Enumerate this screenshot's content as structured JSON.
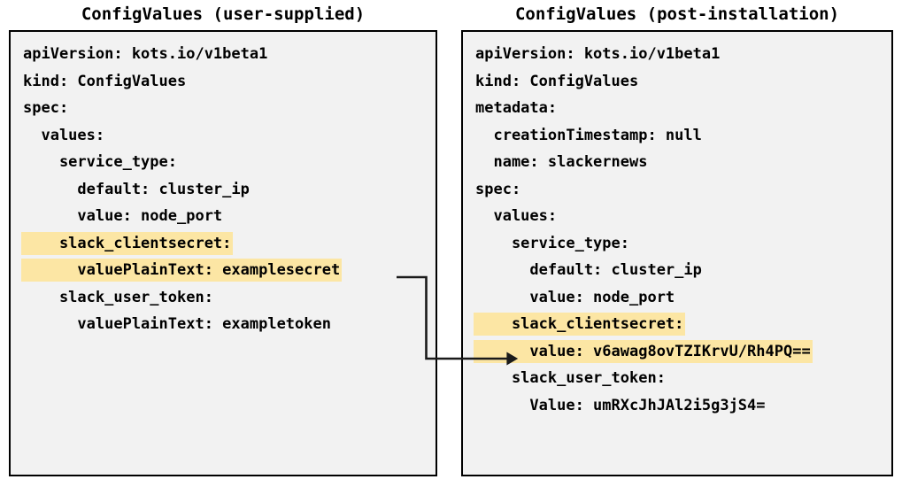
{
  "colors": {
    "highlight": "#fce6a4",
    "box_background": "#f2f2f2",
    "box_border": "#000000",
    "text": "#000000",
    "connector": "#1a1a1a",
    "page_background": "#ffffff"
  },
  "panels": {
    "left": {
      "title": "ConfigValues (user-supplied)",
      "lines": [
        {
          "text": "apiVersion: kots.io/v1beta1",
          "highlight": false
        },
        {
          "text": "kind: ConfigValues",
          "highlight": false
        },
        {
          "text": "spec:",
          "highlight": false
        },
        {
          "text": "  values:",
          "highlight": false
        },
        {
          "text": "    service_type:",
          "highlight": false
        },
        {
          "text": "      default: cluster_ip",
          "highlight": false
        },
        {
          "text": "      value: node_port",
          "highlight": false
        },
        {
          "text": "    slack_clientsecret:",
          "highlight": true
        },
        {
          "text": "      valuePlainText: examplesecret",
          "highlight": true
        },
        {
          "text": "    slack_user_token:",
          "highlight": false
        },
        {
          "text": "      valuePlainText: exampletoken",
          "highlight": false
        }
      ]
    },
    "right": {
      "title": "ConfigValues (post-installation)",
      "lines": [
        {
          "text": "apiVersion: kots.io/v1beta1",
          "highlight": false
        },
        {
          "text": "kind: ConfigValues",
          "highlight": false
        },
        {
          "text": "metadata:",
          "highlight": false
        },
        {
          "text": "  creationTimestamp: null",
          "highlight": false
        },
        {
          "text": "  name: slackernews",
          "highlight": false
        },
        {
          "text": "spec:",
          "highlight": false
        },
        {
          "text": "  values:",
          "highlight": false
        },
        {
          "text": "    service_type:",
          "highlight": false
        },
        {
          "text": "      default: cluster_ip",
          "highlight": false
        },
        {
          "text": "      value: node_port",
          "highlight": false
        },
        {
          "text": "    slack_clientsecret:",
          "highlight": true
        },
        {
          "text": "      value: v6awag8ovTZIKrvU/Rh4PQ==",
          "highlight": true
        },
        {
          "text": "    slack_user_token:",
          "highlight": false
        },
        {
          "text": "      Value: umRXcJhJAl2i5g3jS4=",
          "highlight": false
        }
      ]
    }
  },
  "connector": {
    "label": "examplesecret-to-encrypted-value",
    "from_line": "      valuePlainText: examplesecret",
    "to_line": "      value: v6awag8ovTZIKrvU/Rh4PQ=="
  }
}
